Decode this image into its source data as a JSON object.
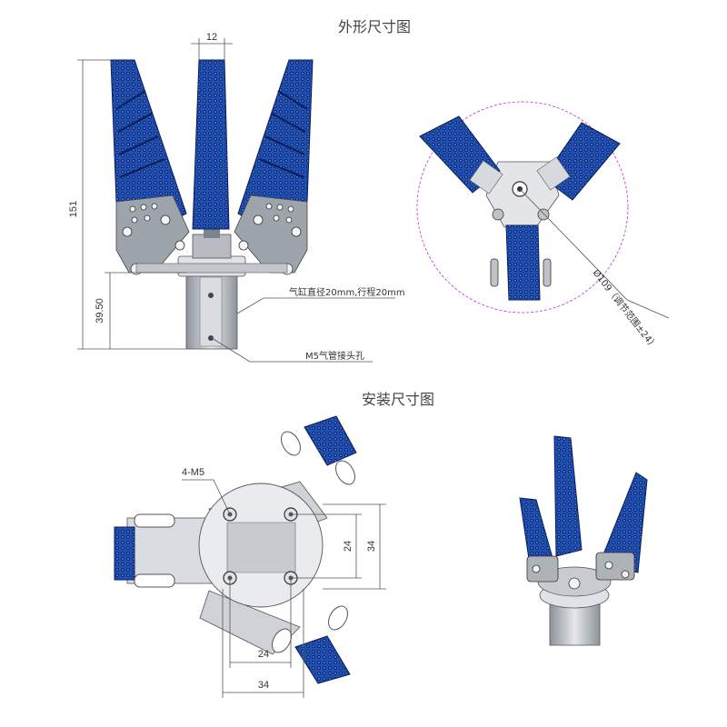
{
  "titles": {
    "outline": "外形尺寸图",
    "install": "安装尺寸图"
  },
  "front_view": {
    "width_dim": "12",
    "height_dim": "151",
    "lower_dim": "39.50",
    "cylinder_note": "气缸直径20mm,行程20mm",
    "port_note": "M5气管接头孔"
  },
  "top_view": {
    "diameter_note": "Ø109（调节范围±24）"
  },
  "mount_view": {
    "hole_label": "4-M5",
    "inner_v": "24",
    "outer_v": "34",
    "inner_h": "24",
    "outer_h": "34"
  },
  "colors": {
    "finger_blue": "#1f4fb0",
    "finger_dark": "#0b1f5c",
    "metal": "#c9cdd3",
    "metal_dark": "#6f757d",
    "dimension_line": "#555555",
    "circle_dashed": "#cc44cc"
  }
}
